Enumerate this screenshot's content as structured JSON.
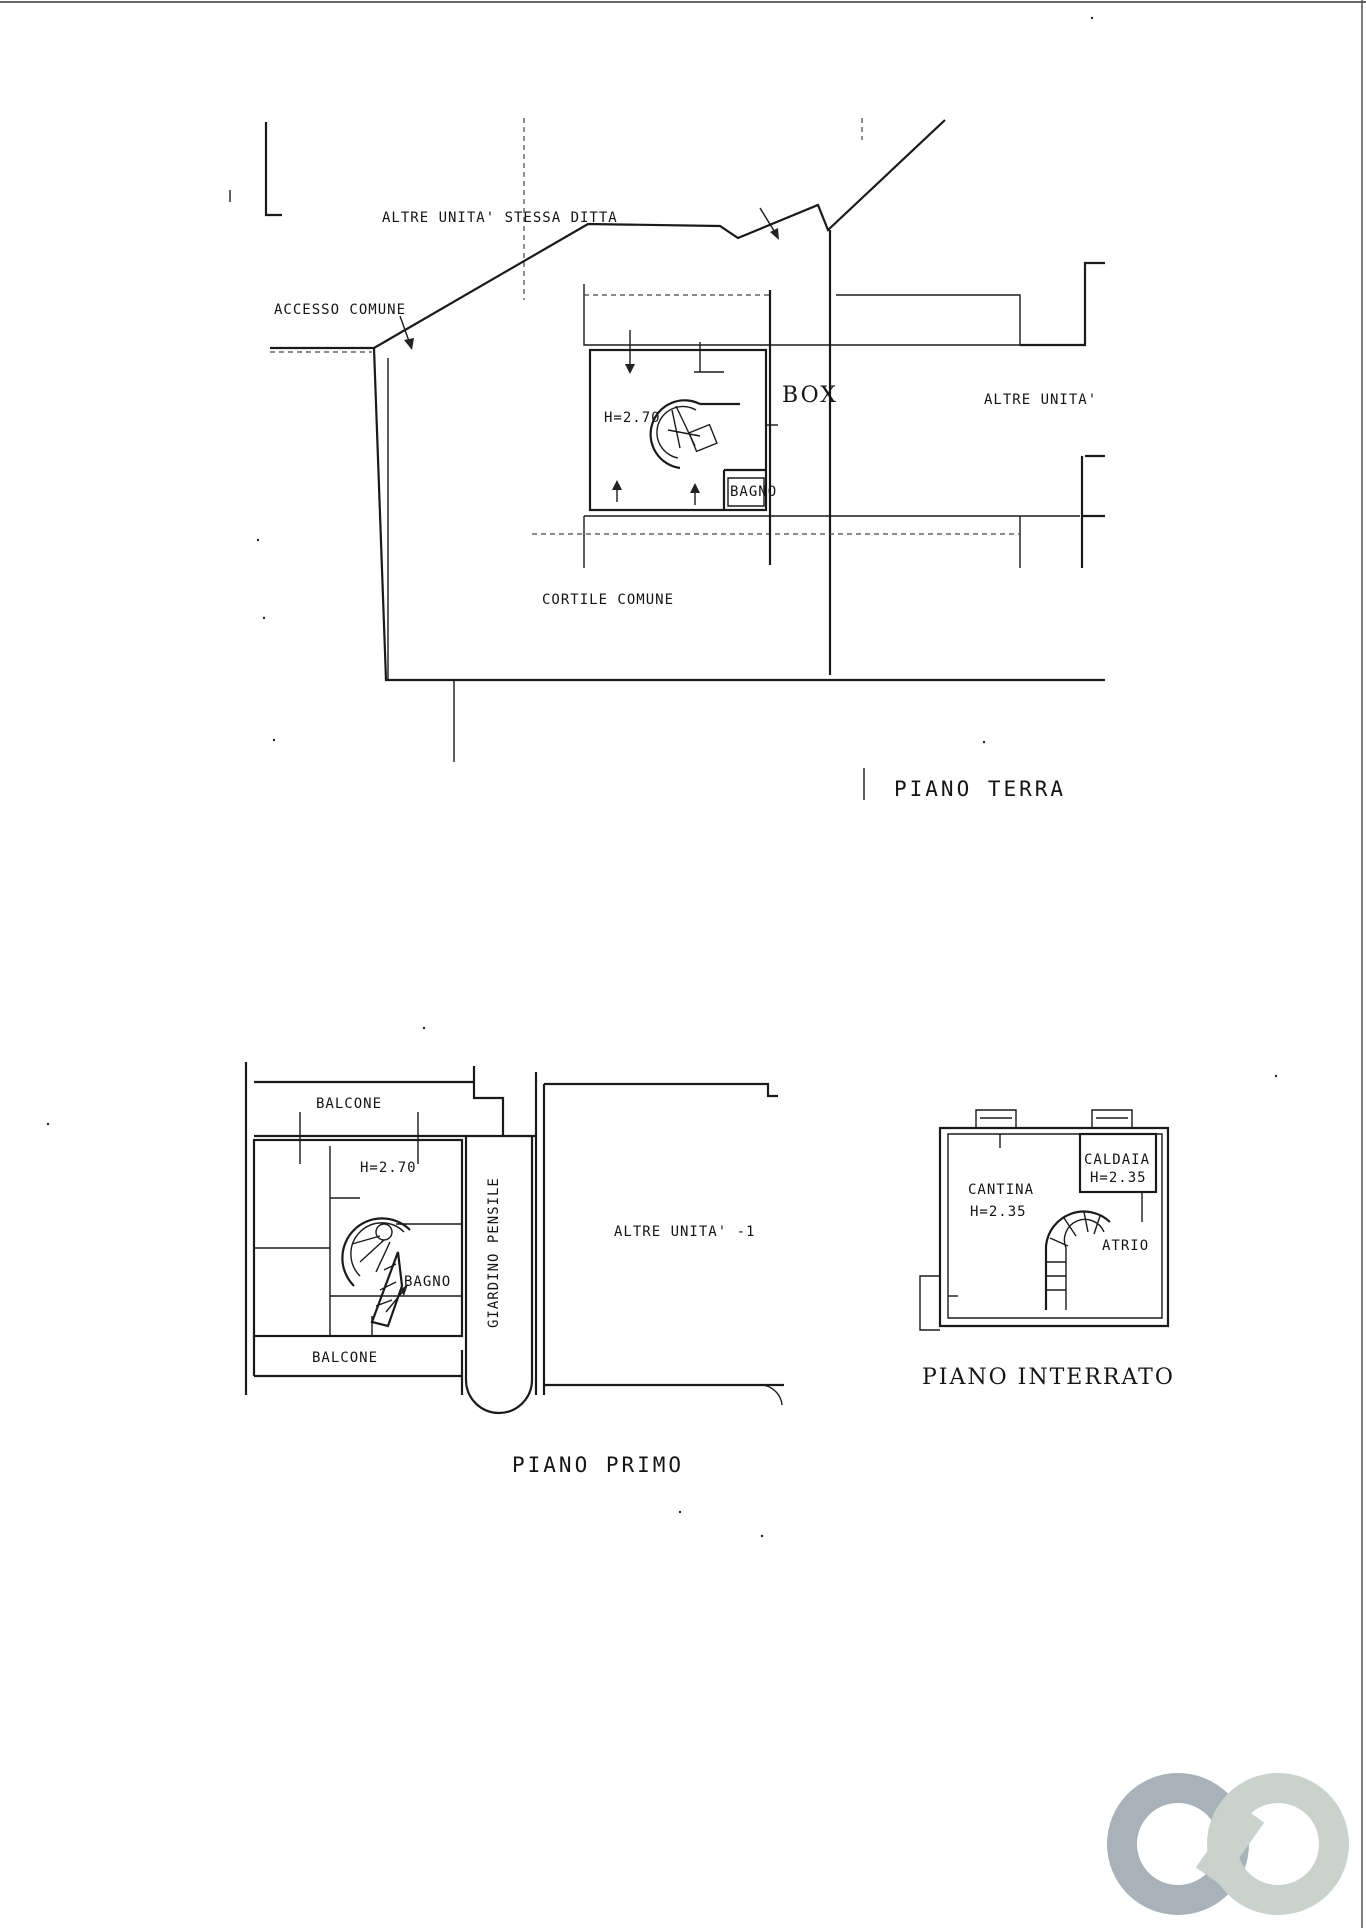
{
  "piano_terra": {
    "title": "PIANO TERRA",
    "labels": {
      "altre_unita_stessa_ditta": "ALTRE UNITA' STESSA DITTA",
      "accesso_comune": "ACCESSO COMUNE",
      "height": "H=2.70",
      "box": "BOX",
      "bagno": "BAGNO",
      "altre_unita": "ALTRE UNITA'",
      "cortile_comune": "CORTILE COMUNE"
    }
  },
  "piano_primo": {
    "title": "PIANO PRIMO",
    "labels": {
      "balcone_top": "BALCONE",
      "height": "H=2.70",
      "bagno": "BAGNO",
      "balcone_bottom": "BALCONE",
      "giardino_pensile": "GIARDINO PENSILE",
      "altre_unita": "ALTRE UNITA' -1"
    }
  },
  "piano_interrato": {
    "title": "PIANO INTERRATO",
    "labels": {
      "cantina": "CANTINA",
      "cantina_height": "H=2.35",
      "caldaia": "CALDAIA",
      "caldaia_height": "H=2.35",
      "atrio": "ATRIO"
    }
  },
  "logo": {
    "icon": "interlocking-rings-logo",
    "colors": [
      "#a8b2b8",
      "#c9d2cd"
    ]
  }
}
